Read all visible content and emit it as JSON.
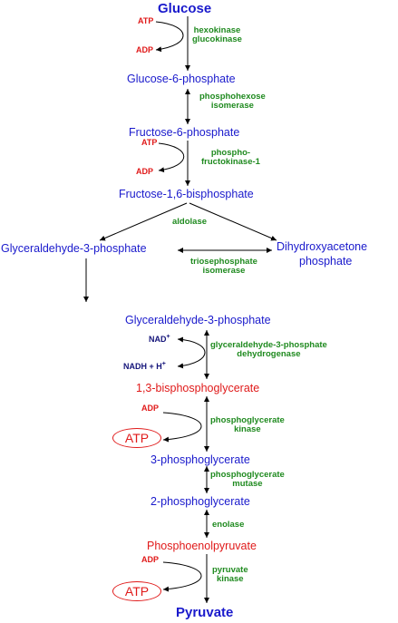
{
  "metabolites": {
    "glucose": "Glucose",
    "g6p": "Glucose-6-phosphate",
    "f6p": "Fructose-6-phosphate",
    "f16bp": "Fructose-1,6-bisphosphate",
    "g3p_left": "Glyceraldehyde-3-phosphate",
    "dhap_line1": "Dihydroxyacetone",
    "dhap_line2": "phosphate",
    "g3p": "Glyceraldehyde-3-phosphate",
    "bpg13": "1,3-bisphosphoglycerate",
    "pg3": "3-phosphoglycerate",
    "pg2": "2-phosphoglycerate",
    "pep": "Phosphoenolpyruvate",
    "pyruvate": "Pyruvate"
  },
  "enzymes": {
    "hexokinase": [
      "hexokinase",
      "glucokinase"
    ],
    "phi": [
      "phosphohexose",
      "isomerase"
    ],
    "pfk": [
      "phospho-",
      "fructokinase-1"
    ],
    "aldolase": "aldolase",
    "tpi": [
      "triosephosphate",
      "isomerase"
    ],
    "gapdh": [
      "glyceraldehyde-3-phosphate",
      "dehydrogenase"
    ],
    "pgk": [
      "phosphoglycerate",
      "kinase"
    ],
    "pgm": [
      "phosphoglycerate",
      "mutase"
    ],
    "enolase": "enolase",
    "pk": [
      "pyruvate",
      "kinase"
    ]
  },
  "cofactors": {
    "atp1": "ATP",
    "adp1": "ADP",
    "atp2": "ATP",
    "adp2": "ADP",
    "nad": "NAD",
    "nad_sup": "+",
    "nadh": "NADH + H",
    "nadh_sup": "+",
    "adp3": "ADP",
    "atp3_product": "ATP",
    "adp4": "ADP",
    "atp4_product": "ATP"
  },
  "colors": {
    "metabolite": "#1a1acc",
    "enzyme": "#1f8a1f",
    "cofactor_energy": "#e01a1a",
    "nad": "#14147a",
    "arrow": "#000000"
  }
}
